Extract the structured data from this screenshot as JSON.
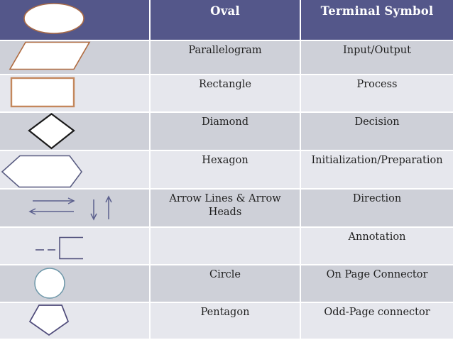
{
  "rows": [
    {
      "shape": "oval",
      "label": "Oval",
      "meaning": "Terminal Symbol",
      "is_header": true
    },
    {
      "shape": "parallelogram",
      "label": "Parallelogram",
      "meaning": "Input/Output"
    },
    {
      "shape": "rectangle",
      "label": "Rectangle",
      "meaning": "Process"
    },
    {
      "shape": "diamond",
      "label": "Diamond",
      "meaning": "Decision"
    },
    {
      "shape": "hexagon",
      "label": "Hexagon",
      "meaning": "Initialization/Preparation"
    },
    {
      "shape": "arrow-lines",
      "label": "Arrow Lines & Arrow Heads",
      "meaning": "Direction"
    },
    {
      "shape": "annotation-bracket",
      "label": "",
      "meaning": "Annotation"
    },
    {
      "shape": "circle",
      "label": "Circle",
      "meaning": "On Page Connector"
    },
    {
      "shape": "pentagon",
      "label": "Pentagon",
      "meaning": "Odd-Page connector"
    }
  ],
  "colors": {
    "header_bg": "#54578a",
    "header_text": "#ffffff",
    "row_dark": "#ced0d8",
    "row_light": "#e6e7ed",
    "body_text": "#1f1f1f",
    "grid_gap": "#ffffff",
    "oval_stroke": "#a86a48",
    "parallelogram_stroke": "#b06a3e",
    "rectangle_stroke": "#c4875c",
    "diamond_stroke": "#1a1a1a",
    "hexagon_stroke": "#5a5d82",
    "arrow_stroke": "#5c608e",
    "annotation_stroke": "#4e4e7a",
    "circle_stroke": "#6d97a9",
    "pentagon_stroke": "#4c4878"
  }
}
